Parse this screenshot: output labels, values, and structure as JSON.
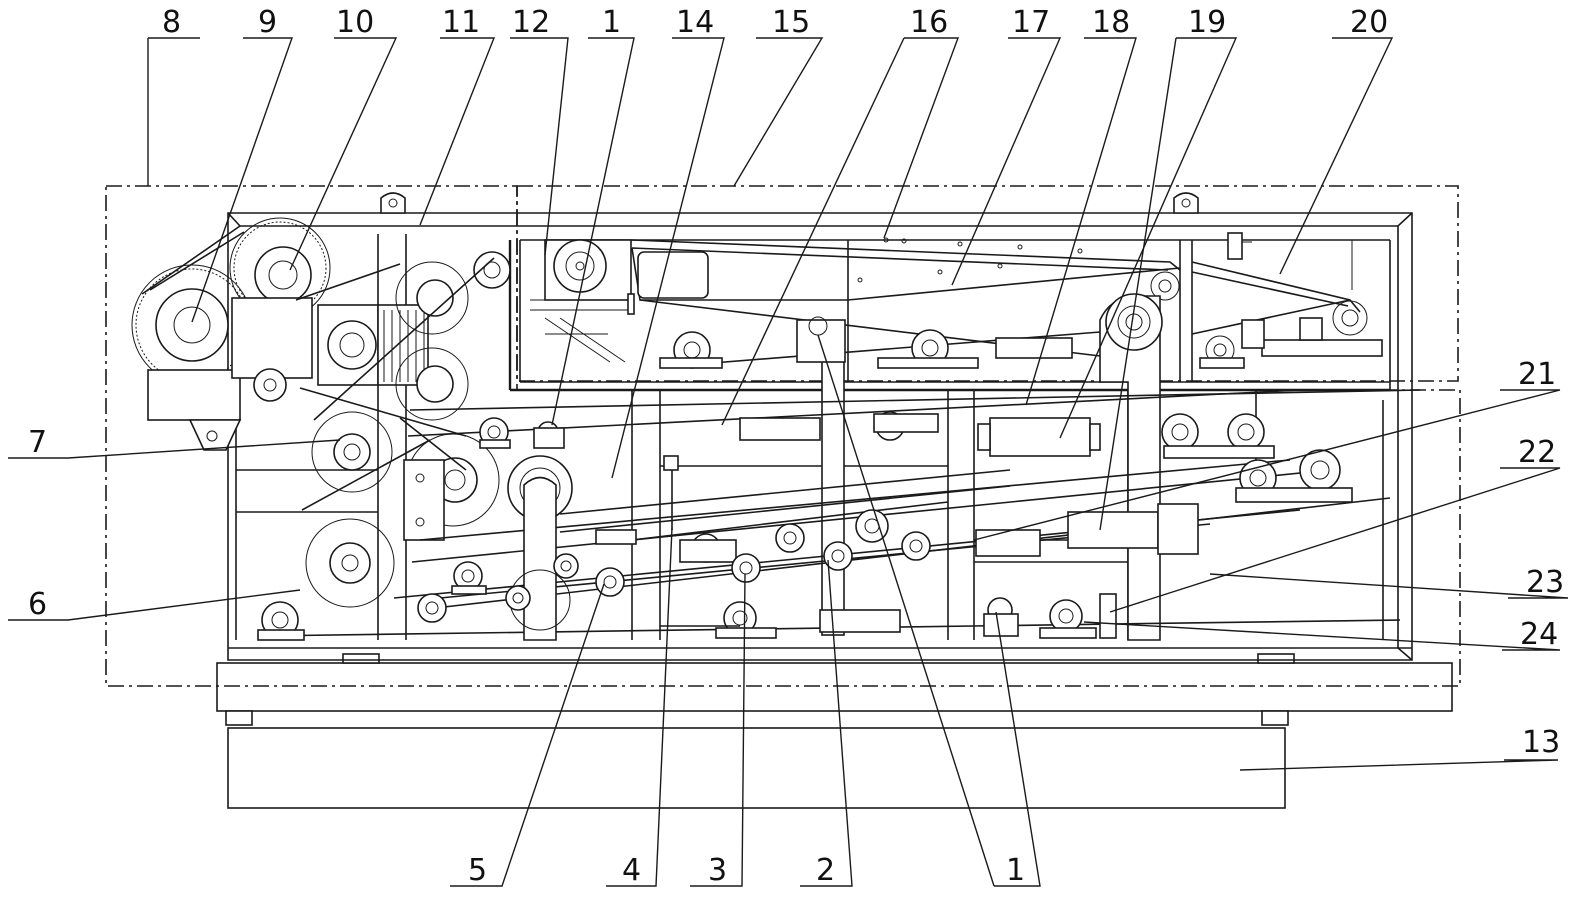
{
  "diagram": {
    "callouts": [
      {
        "id": "c8",
        "text": "8"
      },
      {
        "id": "c9",
        "text": "9"
      },
      {
        "id": "c10",
        "text": "10"
      },
      {
        "id": "c11",
        "text": "11"
      },
      {
        "id": "c12",
        "text": "12"
      },
      {
        "id": "c1a",
        "text": "1"
      },
      {
        "id": "c14",
        "text": "14"
      },
      {
        "id": "c15",
        "text": "15"
      },
      {
        "id": "c16",
        "text": "16"
      },
      {
        "id": "c17",
        "text": "17"
      },
      {
        "id": "c18",
        "text": "18"
      },
      {
        "id": "c19",
        "text": "19"
      },
      {
        "id": "c20",
        "text": "20"
      },
      {
        "id": "c21",
        "text": "21"
      },
      {
        "id": "c7",
        "text": "7"
      },
      {
        "id": "c22",
        "text": "22"
      },
      {
        "id": "c23",
        "text": "23"
      },
      {
        "id": "c6",
        "text": "6"
      },
      {
        "id": "c24",
        "text": "24"
      },
      {
        "id": "c13",
        "text": "13"
      },
      {
        "id": "c5",
        "text": "5"
      },
      {
        "id": "c4",
        "text": "4"
      },
      {
        "id": "c3",
        "text": "3"
      },
      {
        "id": "c2",
        "text": "2"
      },
      {
        "id": "c1b",
        "text": "1"
      }
    ]
  }
}
